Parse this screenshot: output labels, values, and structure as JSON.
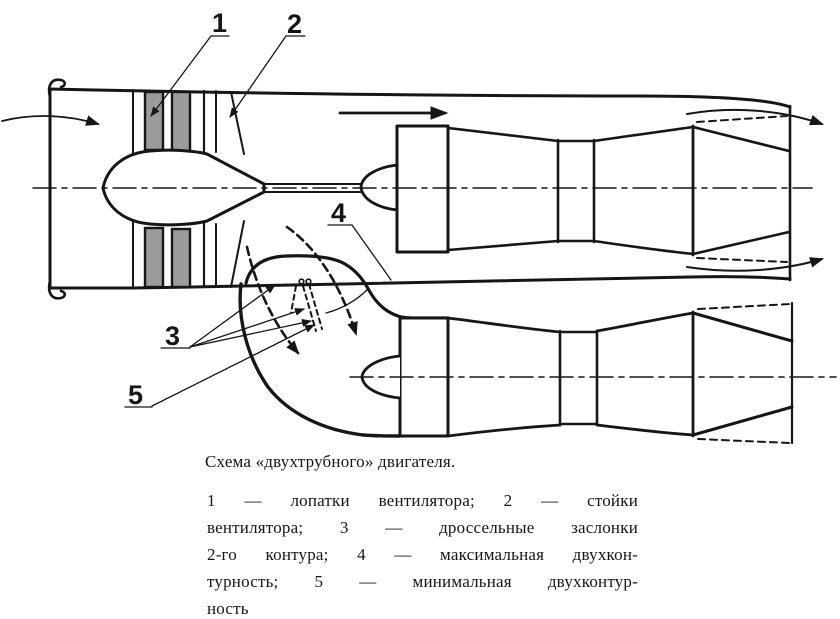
{
  "figure": {
    "type": "engine-schematic",
    "caption": "Схема «двухтрубного» двигателя.",
    "legend_lines": [
      "1 — лопатки вентилятора; 2 — стойки",
      "вентилятора; 3 — дроссельные заслонки",
      "2-го контура; 4 — максимальная двухкон-",
      "турность; 5 — минимальная двухконтур-",
      "ность"
    ],
    "callouts": [
      {
        "num": "1",
        "meaning": "лопатки вентилятора"
      },
      {
        "num": "2",
        "meaning": "стойки вентилятора"
      },
      {
        "num": "3",
        "meaning": "дроссельные заслонки 2-го контура"
      },
      {
        "num": "4",
        "meaning": "максимальная двухконтурность"
      },
      {
        "num": "5",
        "meaning": "минимальная двухконтурность"
      }
    ]
  },
  "colors": {
    "ink": "#161616",
    "blade_fill": "#9b9b9b",
    "paper": "#ffffff"
  }
}
